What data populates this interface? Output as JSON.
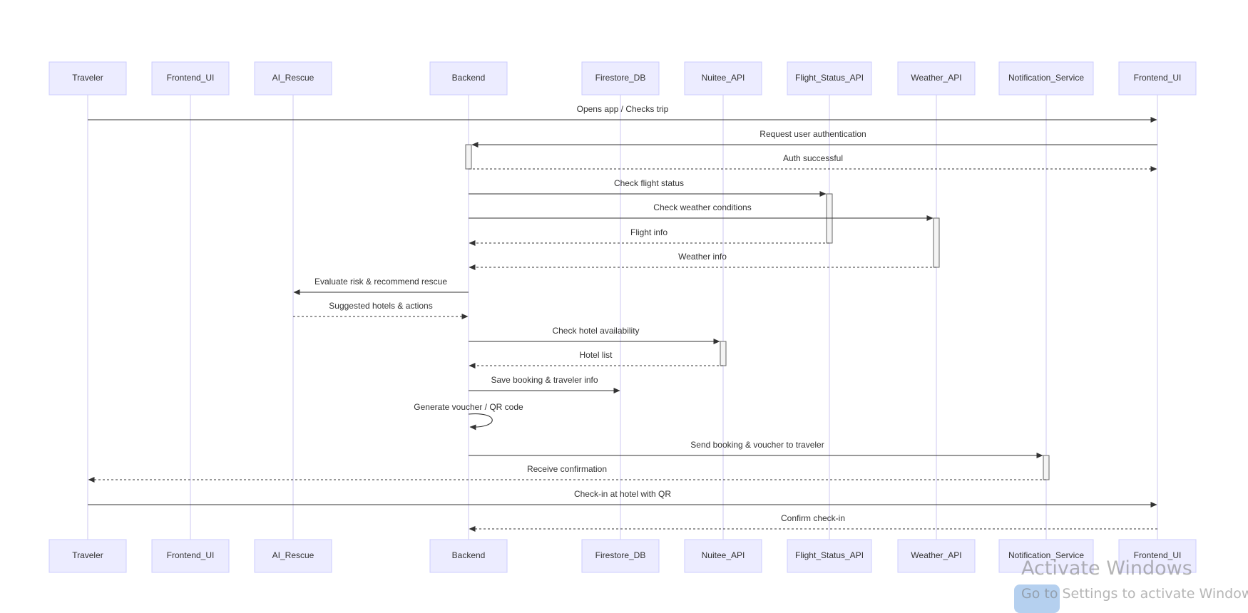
{
  "participants": [
    "Traveler",
    "Frontend_UI",
    "AI_Rescue",
    "Backend",
    "Firestore_DB",
    "Nuitee_API",
    "Flight_Status_API",
    "Weather_API",
    "Notification_Service",
    "Frontend_UI"
  ],
  "messages": [
    {
      "from": 0,
      "to": 9,
      "label": "Opens app / Checks trip",
      "style": "solid"
    },
    {
      "from": 9,
      "to": 3,
      "label": "Request user authentication",
      "style": "solid"
    },
    {
      "from": 3,
      "to": 9,
      "label": "Auth successful",
      "style": "dotted"
    },
    {
      "from": 3,
      "to": 6,
      "label": "Check flight status",
      "style": "solid"
    },
    {
      "from": 3,
      "to": 7,
      "label": "Check weather conditions",
      "style": "solid"
    },
    {
      "from": 6,
      "to": 3,
      "label": "Flight info",
      "style": "dotted"
    },
    {
      "from": 7,
      "to": 3,
      "label": "Weather info",
      "style": "dotted"
    },
    {
      "from": 3,
      "to": 2,
      "label": "Evaluate risk & recommend rescue",
      "style": "solid"
    },
    {
      "from": 2,
      "to": 3,
      "label": "Suggested hotels & actions",
      "style": "dotted"
    },
    {
      "from": 3,
      "to": 5,
      "label": "Check hotel availability",
      "style": "solid"
    },
    {
      "from": 5,
      "to": 3,
      "label": "Hotel list",
      "style": "dotted"
    },
    {
      "from": 3,
      "to": 4,
      "label": "Save booking & traveler info",
      "style": "solid"
    },
    {
      "from": 3,
      "to": 3,
      "label": "Generate voucher / QR code",
      "style": "self"
    },
    {
      "from": 3,
      "to": 8,
      "label": "Send booking & voucher to traveler",
      "style": "solid"
    },
    {
      "from": 8,
      "to": 0,
      "label": "Receive confirmation",
      "style": "dotted"
    },
    {
      "from": 0,
      "to": 9,
      "label": "Check-in at hotel with QR",
      "style": "solid"
    },
    {
      "from": 9,
      "to": 3,
      "label": "Confirm check-in",
      "style": "dotted"
    }
  ],
  "activations": [
    {
      "participant": 3,
      "from_msg": 1,
      "to_msg": 2
    },
    {
      "participant": 6,
      "from_msg": 3,
      "to_msg": 5
    },
    {
      "participant": 7,
      "from_msg": 4,
      "to_msg": 6
    },
    {
      "participant": 5,
      "from_msg": 9,
      "to_msg": 10
    },
    {
      "participant": 8,
      "from_msg": 13,
      "to_msg": 14
    }
  ],
  "watermark": {
    "title": "Activate Windows",
    "subtitle": "Go to Settings to activate Windows."
  }
}
